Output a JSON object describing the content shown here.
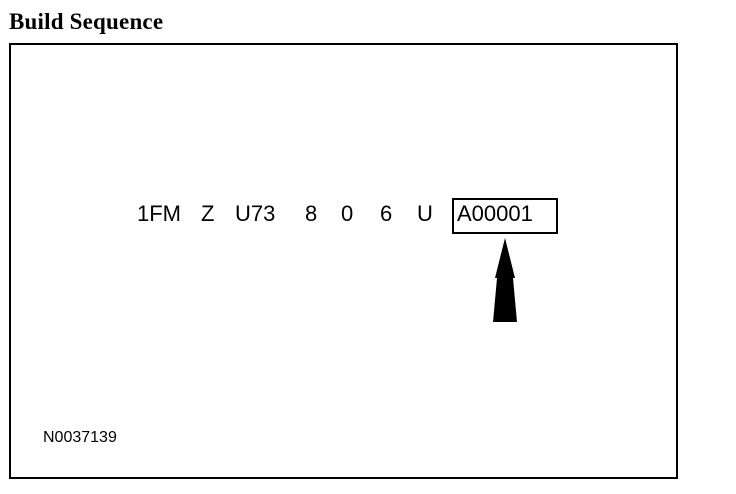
{
  "heading": "Build Sequence",
  "vin": {
    "segments": [
      "1FM",
      "Z",
      "U73",
      "8",
      "0",
      "6",
      "U"
    ],
    "serial": "A00001"
  },
  "figure_id": "N0037139",
  "colors": {
    "ink": "#000000",
    "background": "#ffffff"
  },
  "pointer": {
    "icon": "up-arrow-icon",
    "target": "serial"
  }
}
